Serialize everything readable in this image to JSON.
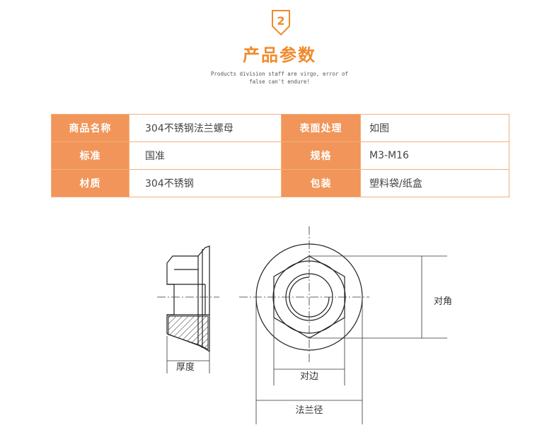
{
  "header": {
    "badge_number": "2",
    "title": "产品参数",
    "subtitle_line1": "Products division staff are virgo, error of",
    "subtitle_line2": "false can't endure!"
  },
  "params": [
    {
      "k1": "商品名称",
      "v1": "304不锈钢法兰螺母",
      "k2": "表面处理",
      "v2": "如图"
    },
    {
      "k1": "标准",
      "v1": "国准",
      "k2": "规格",
      "v2": "M3-M16"
    },
    {
      "k1": "材质",
      "v1": "304不锈钢",
      "k2": "包装",
      "v2": "塑料袋/纸盒"
    }
  ],
  "diagram": {
    "thickness_label": "厚度",
    "diagonal_label": "对角",
    "across_flats_label": "对边",
    "flange_diameter_label": "法兰径"
  },
  "colors": {
    "accent": "#f08a2c",
    "table_header": "#f1955a",
    "table_border": "#f4b07a"
  }
}
